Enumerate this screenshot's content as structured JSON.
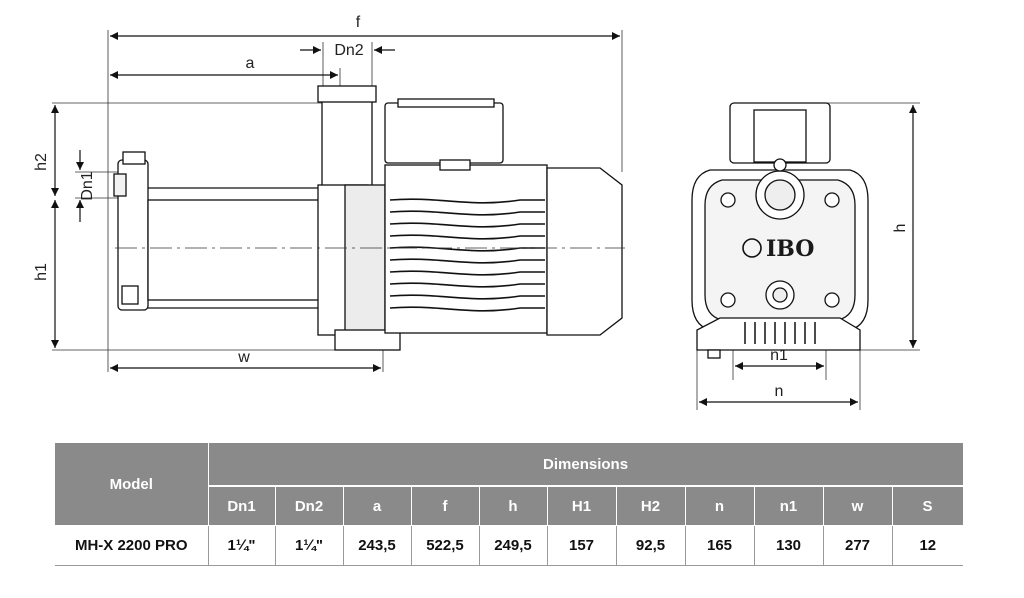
{
  "drawing": {
    "side_labels": {
      "f": "f",
      "a": "a",
      "dn2": "Dn2",
      "h2": "h2",
      "dn1": "Dn1",
      "h1": "h1",
      "w": "w"
    },
    "front_labels": {
      "h": "h",
      "n1": "n1",
      "n": "n"
    },
    "logo_text": "IBO"
  },
  "table": {
    "model_header": "Model",
    "group_header": "Dimensions",
    "columns": [
      "Dn1",
      "Dn2",
      "a",
      "f",
      "h",
      "H1",
      "H2",
      "n",
      "n1",
      "w",
      "S"
    ],
    "rows": [
      {
        "model": "MH-X 2200 PRO",
        "values": [
          "1¼\"",
          "1¼\"",
          "243,5",
          "522,5",
          "249,5",
          "157",
          "92,5",
          "165",
          "130",
          "277",
          "12"
        ]
      }
    ]
  }
}
